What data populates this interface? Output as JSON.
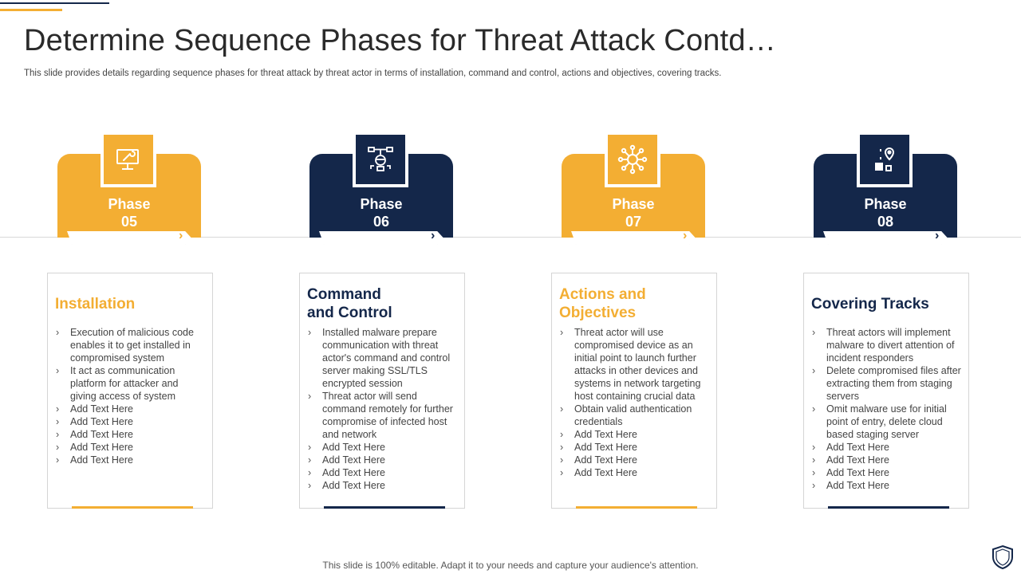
{
  "title": "Determine Sequence Phases for Threat Attack Contd…",
  "subtitle": "This slide provides details regarding sequence phases for threat attack by threat actor in terms of installation, command and control, actions and objectives, covering tracks.",
  "colors": {
    "gold": "#f3ae33",
    "navy": "#14274a"
  },
  "phases": [
    {
      "word": "Phase",
      "number": "05",
      "icon": "computer-wrench-icon"
    },
    {
      "word": "Phase",
      "number": "06",
      "icon": "hacker-network-icon"
    },
    {
      "word": "Phase",
      "number": "07",
      "icon": "virus-network-icon"
    },
    {
      "word": "Phase",
      "number": "08",
      "icon": "route-pin-icon"
    }
  ],
  "cards": [
    {
      "title": "Installation",
      "items": [
        "Execution of malicious code enables it to get installed in compromised system",
        "It act as communication platform for attacker and giving access of system",
        "Add Text Here",
        "Add Text Here",
        "Add Text Here",
        "Add Text Here",
        "Add Text Here"
      ]
    },
    {
      "title": "Command and Control",
      "items": [
        "Installed malware prepare communication with threat actor's command and control server making SSL/TLS encrypted session",
        "Threat actor will send command remotely for further compromise of infected host and network",
        "Add Text Here",
        "Add Text Here",
        "Add Text Here",
        "Add Text Here"
      ]
    },
    {
      "title": "Actions and Objectives",
      "items": [
        "Threat actor will use compromised device as an initial point to launch further attacks in other devices and systems in network targeting host containing crucial data",
        "Obtain valid authentication credentials",
        "Add Text Here",
        "Add Text Here",
        "Add Text Here",
        "Add Text Here"
      ]
    },
    {
      "title": "Covering Tracks",
      "items": [
        "Threat actors will implement malware to divert attention of incident responders",
        "Delete compromised files after extracting them from staging servers",
        "Omit malware use for initial point of entry, delete cloud based staging server",
        "Add Text Here",
        "Add Text Here",
        "Add Text Here",
        "Add Text Here"
      ]
    }
  ],
  "footer": "This slide is 100% editable. Adapt it to your needs and capture your audience's attention.",
  "logo_icon": "shield-icon"
}
